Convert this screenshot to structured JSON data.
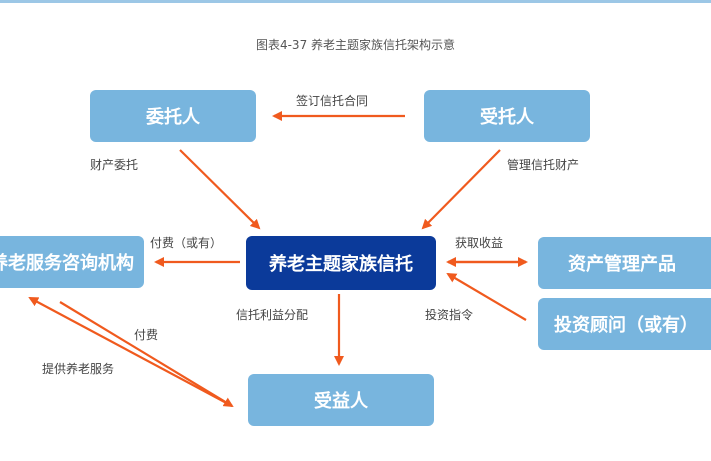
{
  "title": "图表4-37 养老主题家族信托架构示意",
  "nodes": {
    "settlor": "委托人",
    "trustee": "受托人",
    "trust": "养老主题家族信托",
    "service_org": "养老服务咨询机构",
    "asset_product": "资产管理产品",
    "advisor": "投资顾问（或有）",
    "beneficiary": "受益人"
  },
  "edge_labels": {
    "sign_contract": "签订信托合同",
    "entrust_property": "财产委托",
    "manage_property": "管理信托财产",
    "fee_optional": "付费（或有）",
    "obtain_income": "获取收益",
    "income_distribution": "信托利益分配",
    "investment_instruction": "投资指令",
    "pay": "付费",
    "provide_service": "提供养老服务"
  },
  "colors": {
    "node": "#78b5de",
    "center_node": "#0b3a9a",
    "arrow": "#f05a1e"
  }
}
